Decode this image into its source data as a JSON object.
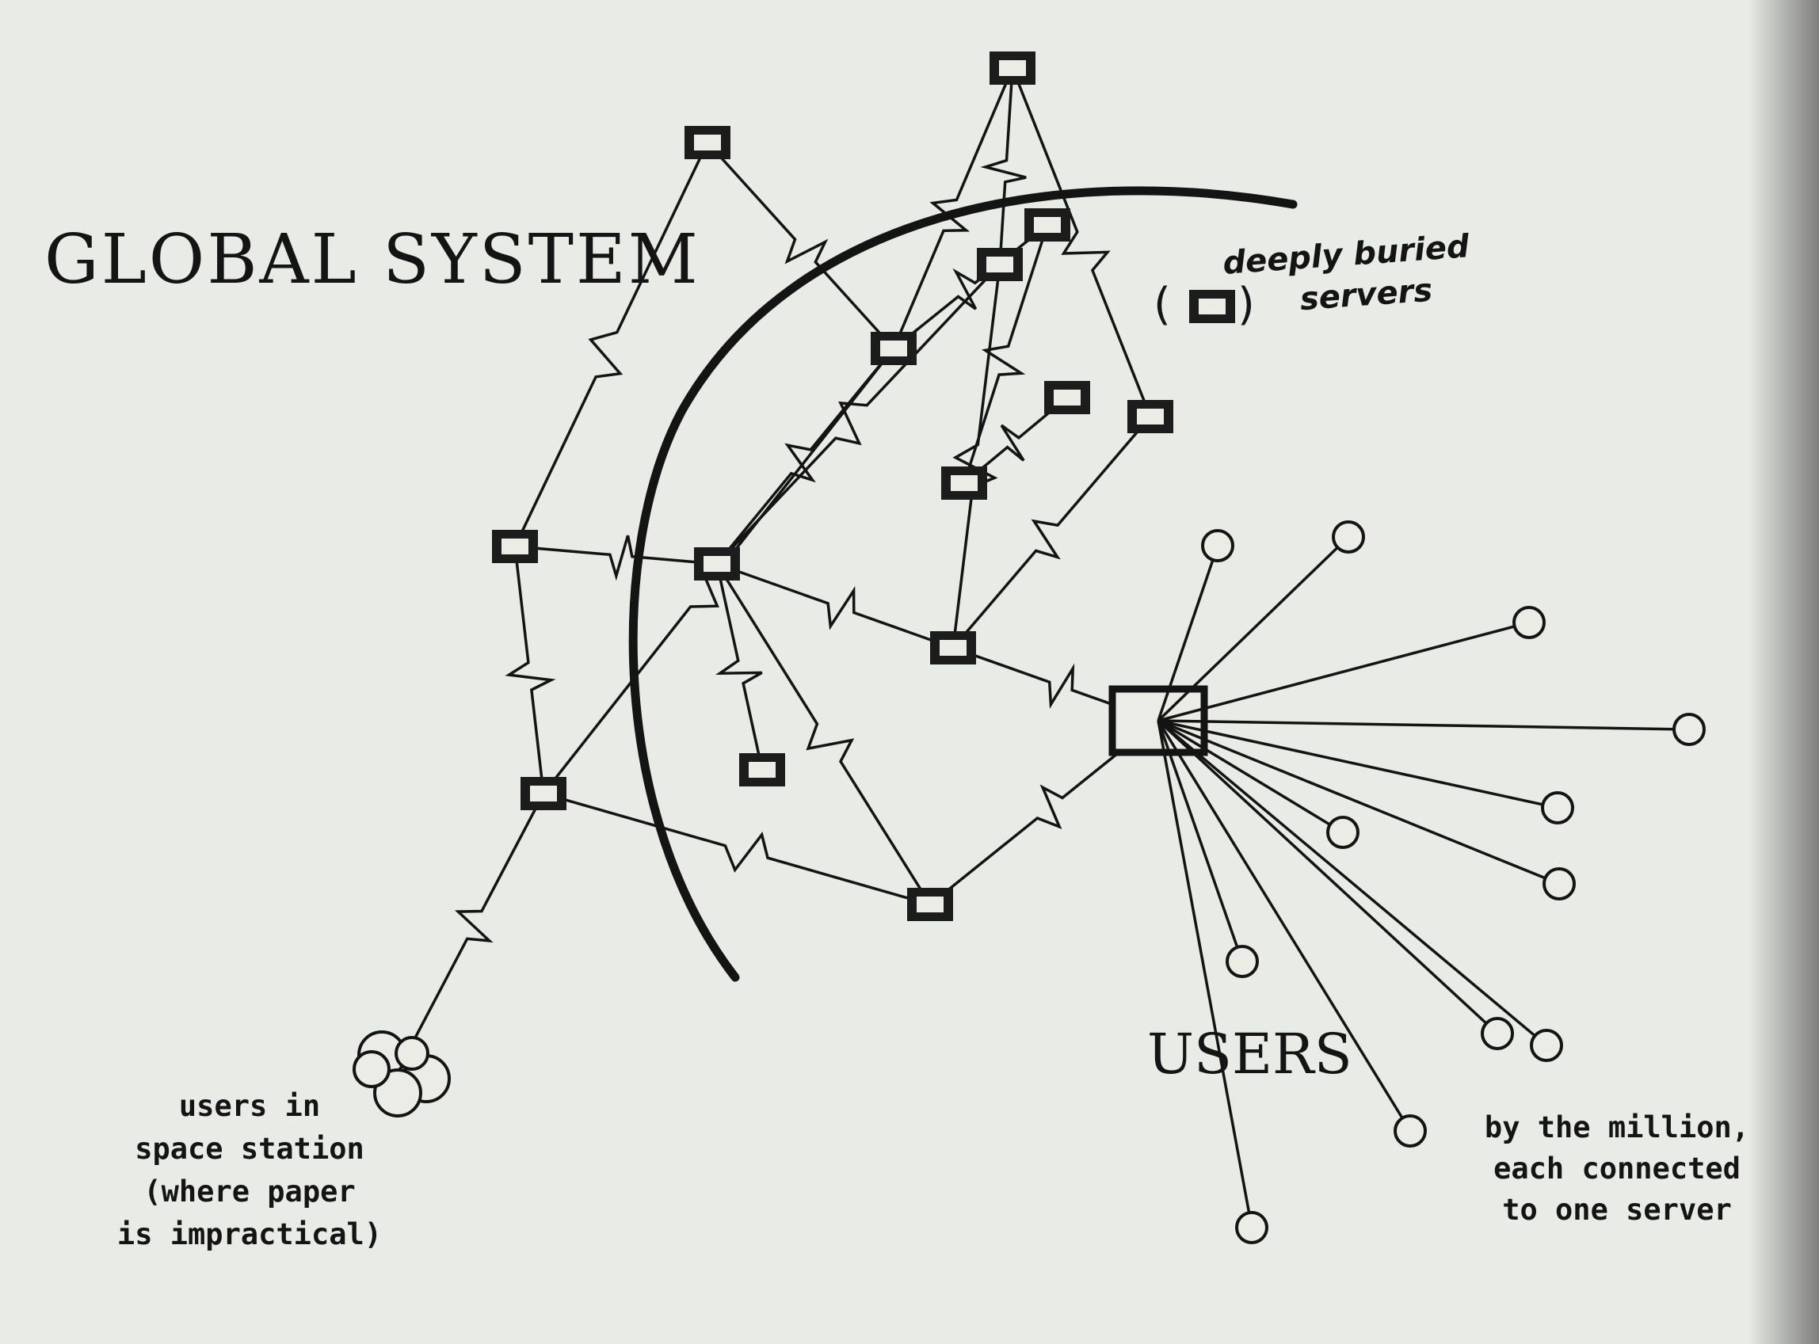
{
  "title": "GLOBAL SYSTEM",
  "users_label": "USERS",
  "servers_note": {
    "line1": "deeply buried",
    "line2": "servers"
  },
  "space_note": {
    "line1": "users in",
    "line2": "space station",
    "line3": "(where paper",
    "line4": "is impractical)"
  },
  "users_note": {
    "line1": "by the million,",
    "line2": "each connected",
    "line3": "to one server"
  },
  "colors": {
    "ink": "#141414",
    "paper": "#e9ebe6"
  }
}
